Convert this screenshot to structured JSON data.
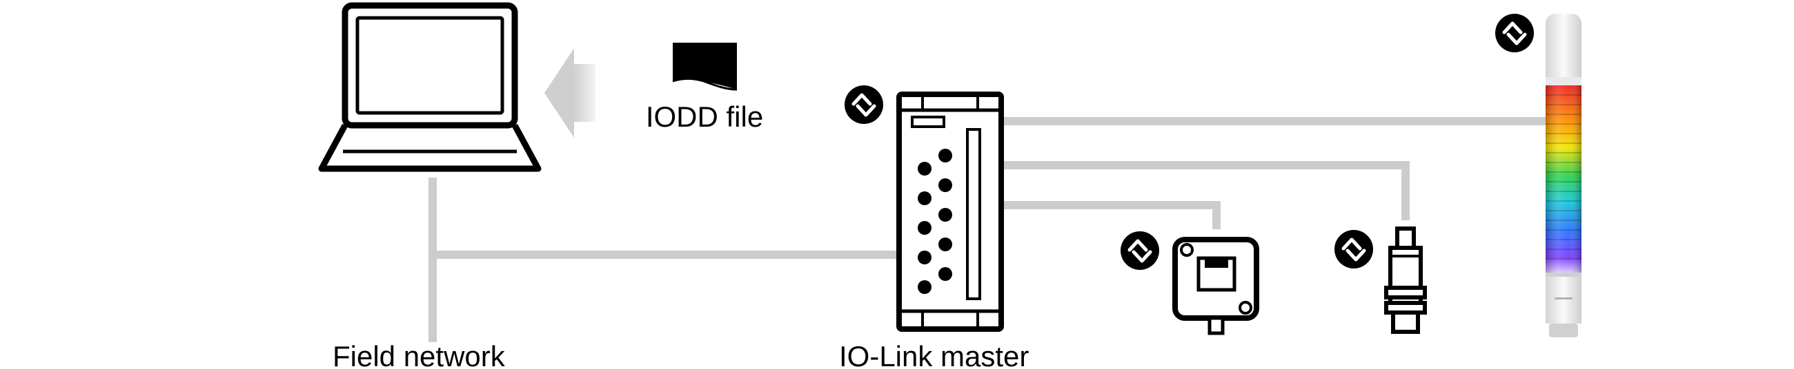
{
  "labels": {
    "iodd_file": "IODD file",
    "field_network": "Field network",
    "io_link_master": "IO-Link master"
  },
  "colors": {
    "line": "#cccccc",
    "outline": "#000000",
    "arrow": "#d9d9d9"
  },
  "icons": [
    "computer-icon",
    "document-icon",
    "io-link-logo-icon",
    "io-link-master-icon",
    "sensor-box-icon",
    "proximity-sensor-icon",
    "signal-tower-icon"
  ]
}
